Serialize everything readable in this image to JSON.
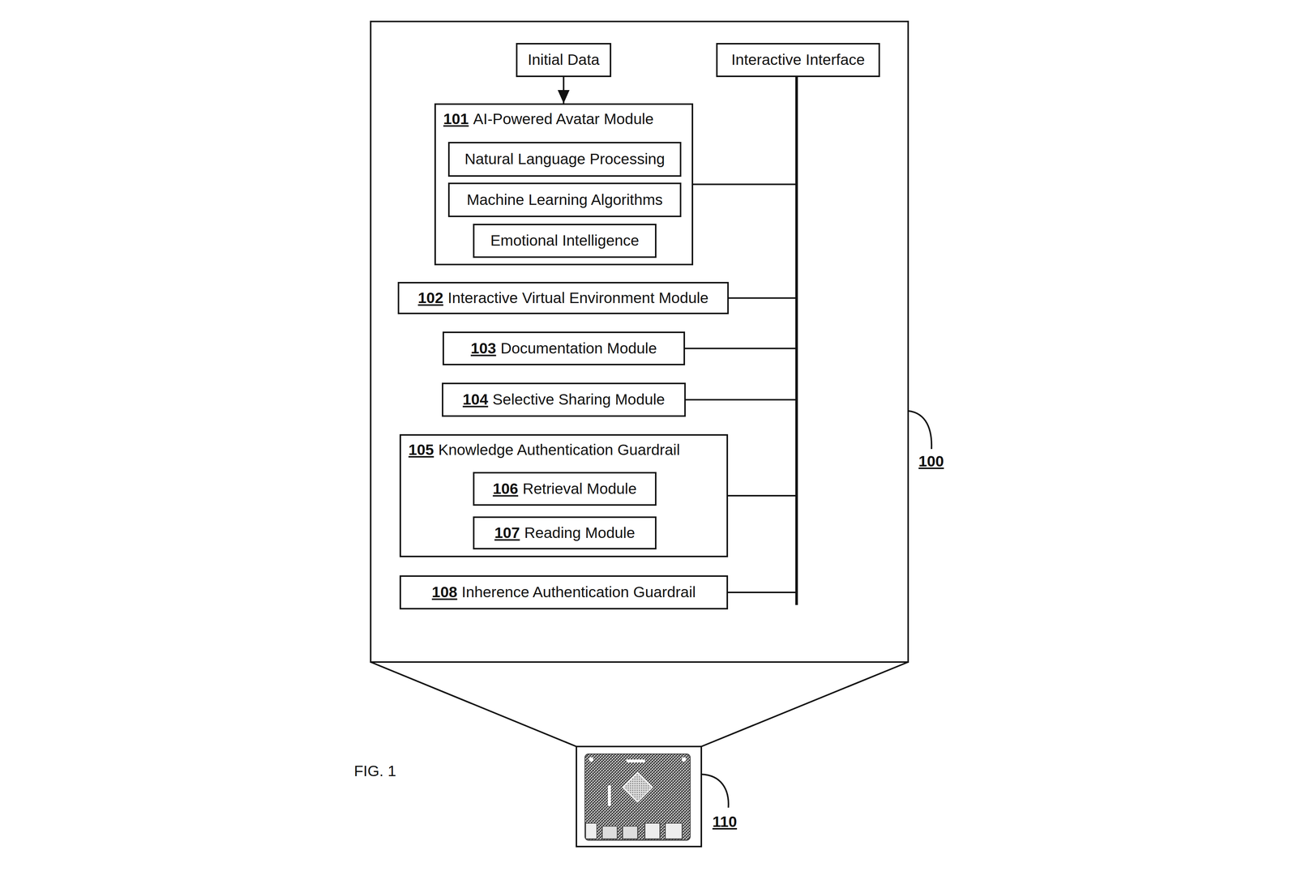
{
  "diagram": {
    "nodes": [
      {
        "text": [
          "Initial Data"
        ]
      },
      {
        "text": [
          "Interactive Interface"
        ]
      },
      {
        "text": [
          "101",
          "AI-Powered Avatar Module"
        ]
      },
      {
        "text": [
          "Natural Language Processing"
        ],
        "in": 2
      },
      {
        "text": [
          "Machine Learning Algorithms"
        ],
        "in": 2
      },
      {
        "text": [
          "Emotional Intelligence"
        ],
        "in": 2
      },
      {
        "text": [
          "102",
          "Interactive Virtual Environment Module"
        ]
      },
      {
        "text": [
          "103",
          "Documentation Module"
        ]
      },
      {
        "text": [
          "104",
          "Selective Sharing Module"
        ]
      },
      {
        "text": [
          "105",
          "Knowledge Authentication Guardrail"
        ]
      },
      {
        "text": [
          "106",
          "Retrieval Module"
        ],
        "in": 9
      },
      {
        "text": [
          "107",
          "Reading Module"
        ],
        "in": 9
      },
      {
        "text": [
          "108",
          "Inherence Authentication Guardrail"
        ]
      }
    ],
    "edges": [
      {
        "from": 0,
        "to": 2,
        "arrow": "to"
      },
      {
        "from": 1,
        "to": 2,
        "arrow": "none"
      },
      {
        "from": 1,
        "to": 6,
        "arrow": "none"
      },
      {
        "from": 1,
        "to": 7,
        "arrow": "none"
      },
      {
        "from": 1,
        "to": 8,
        "arrow": "none"
      },
      {
        "from": 1,
        "to": 9,
        "arrow": "none"
      },
      {
        "from": 1,
        "to": 12,
        "arrow": "none"
      }
    ],
    "labels": [
      "100",
      "110",
      "FIG. 1"
    ]
  }
}
